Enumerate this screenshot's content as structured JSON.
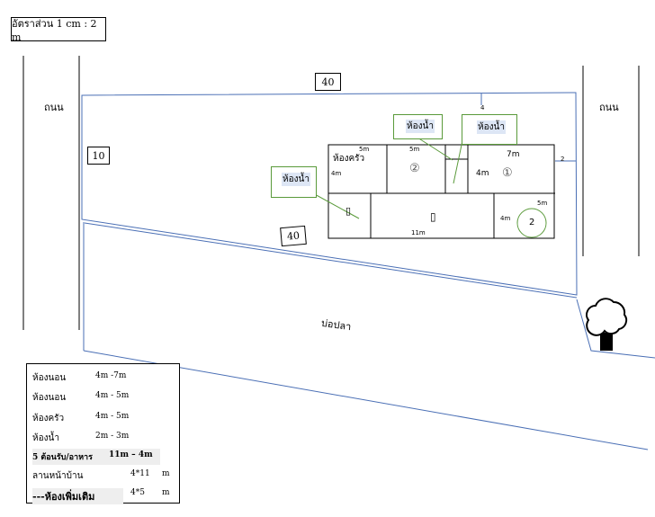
{
  "scale_label": "อัตราส่วน 1 cm : 2 m",
  "roads": {
    "left": "ถนน",
    "right": "ถนน"
  },
  "lot": {
    "width_top": "40",
    "width_bottom": "40",
    "depth_left": "10"
  },
  "setback_top": "4",
  "setback_right": "2",
  "pond_label": "บ่อปลา",
  "bathroom_label": "ห้องน้ำ",
  "rooms": {
    "kitchen": {
      "label": "ห้องครัว",
      "w": "5m",
      "h": "4m"
    },
    "bedroom2": {
      "num": "②",
      "w": "5m"
    },
    "bedroom1": {
      "num": "①",
      "w": "7m",
      "h": "4m"
    },
    "living": {
      "glyph": "▯",
      "w": "11m"
    },
    "small_bath": {
      "glyph": "▯"
    },
    "extra": {
      "num": "2",
      "w": "5m",
      "h": "4m"
    }
  },
  "legend": [
    {
      "name": "ห้องนอน",
      "value": "4m -7m"
    },
    {
      "name": "ห้องนอน",
      "value": "4m - 5m"
    },
    {
      "name": "ห้องครัว",
      "value": "4m - 5m"
    },
    {
      "name": "ห้องน้ำ",
      "value": "2m - 3m"
    },
    {
      "name": "5 ต้อนรับ/อาหาร",
      "value": "11m – 4m"
    },
    {
      "name": "ลานหน้าบ้าน",
      "value": "4*11",
      "unit": "m"
    },
    {
      "name": "---ห้องเพิ่มเติม",
      "value": "4*5",
      "unit": "m"
    }
  ]
}
